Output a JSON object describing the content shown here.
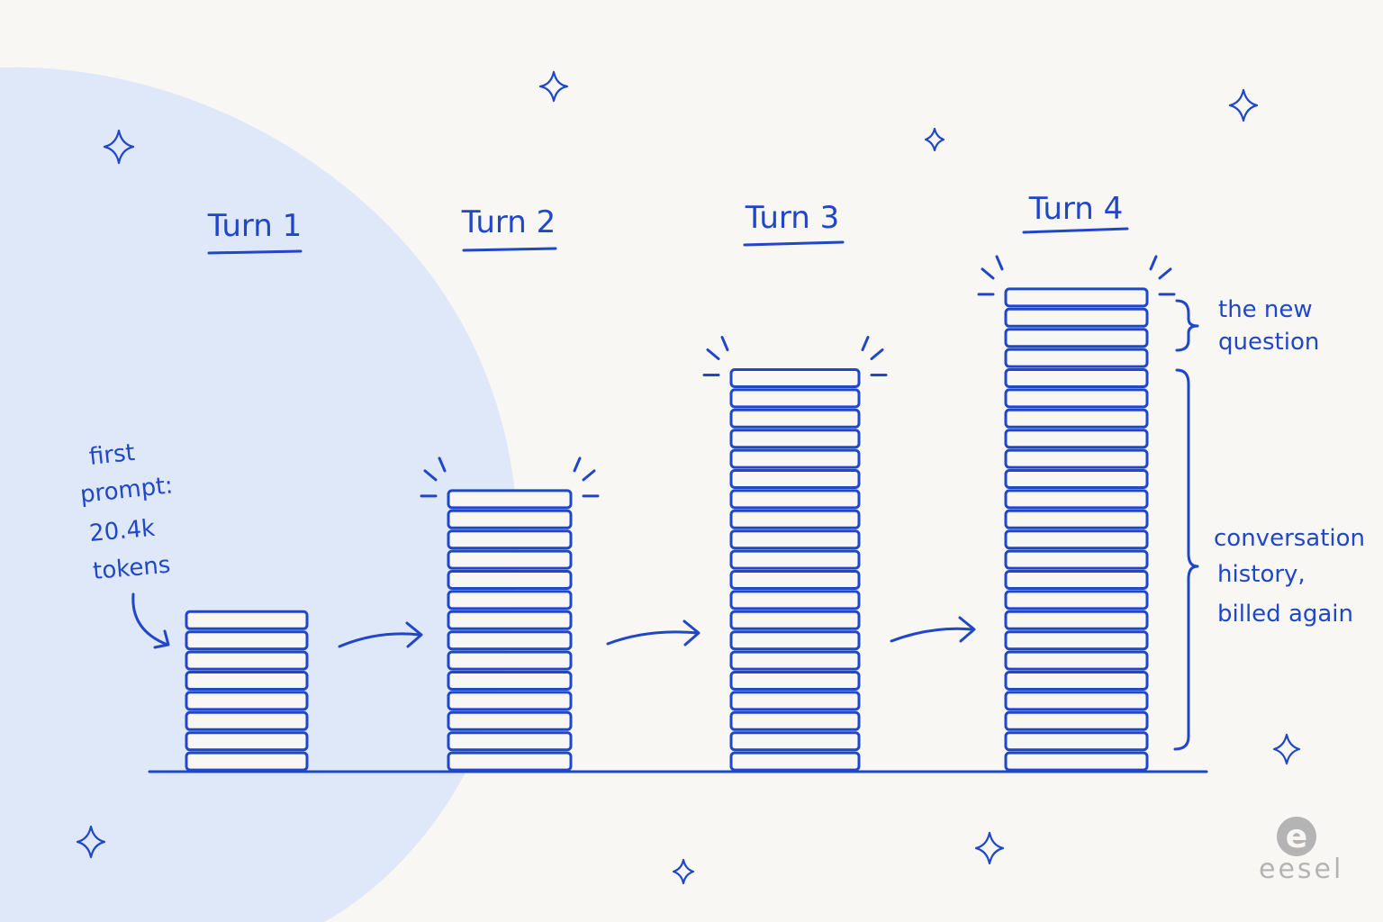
{
  "colors": {
    "background": "#f8f7f3",
    "blob": "#dfe8f8",
    "ink": "#1f47c8",
    "logo": "#b4b4b4"
  },
  "icons": [
    "sparkle-icon",
    "arrow-icon",
    "brace-icon",
    "burst-lines-icon",
    "eesel-logo"
  ],
  "turns": [
    {
      "label": "Turn 1",
      "blocks": 8,
      "burst": false
    },
    {
      "label": "Turn 2",
      "blocks": 14,
      "burst": true
    },
    {
      "label": "Turn 3",
      "blocks": 20,
      "burst": true
    },
    {
      "label": "Turn 4",
      "blocks": 24,
      "burst": true
    }
  ],
  "annotations": {
    "first_prompt": [
      "first",
      "prompt:",
      "20.4k",
      "tokens"
    ],
    "new_question": [
      "the new",
      "question"
    ],
    "history": [
      "conversation",
      "history,",
      "billed again"
    ]
  },
  "brand": {
    "name": "eesel",
    "letter": "e"
  }
}
